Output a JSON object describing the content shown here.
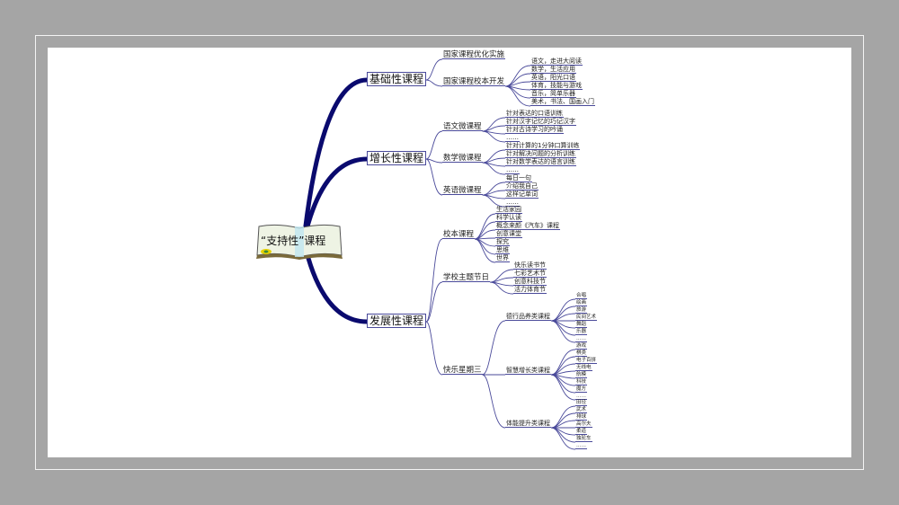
{
  "root": {
    "label": "“支持性”课程",
    "icon": "open-book-icon"
  },
  "colors": {
    "branch": "#0a0a6e",
    "link": "#4a4a9a",
    "background": "#a5a5a5"
  },
  "branches": [
    {
      "label": "基础性课程",
      "children": [
        {
          "label": "国家课程优化实施",
          "children": []
        },
        {
          "label": "国家课程校本开发",
          "children": [
            {
              "label": "语文，走进大阅读"
            },
            {
              "label": "数学，生活应用"
            },
            {
              "label": "英语，阳光口语"
            },
            {
              "label": "体育，技能与游戏"
            },
            {
              "label": "音乐，简单乐器"
            },
            {
              "label": "美术，书法、国画入门"
            }
          ]
        }
      ]
    },
    {
      "label": "增长性课程",
      "children": [
        {
          "label": "语文微课程",
          "children": [
            {
              "label": "针对表达的口语训练"
            },
            {
              "label": "针对汉字记忆的巧记汉字"
            },
            {
              "label": "针对古诗学习的吟诵"
            },
            {
              "label": "……"
            }
          ]
        },
        {
          "label": "数学微课程",
          "children": [
            {
              "label": "针对计算的1分钟口算训练"
            },
            {
              "label": "针对解决问题的分析训练"
            },
            {
              "label": "针对数学表达的语言训练"
            },
            {
              "label": "……"
            }
          ]
        },
        {
          "label": "英语微课程",
          "children": [
            {
              "label": "每日一句"
            },
            {
              "label": "介绍我自己"
            },
            {
              "label": "这样记单词"
            },
            {
              "label": "……"
            }
          ]
        }
      ]
    },
    {
      "label": "发展性课程",
      "children": [
        {
          "label": "校本课程",
          "children": [
            {
              "label": "生活家园"
            },
            {
              "label": "科学认读"
            },
            {
              "label": "概念来颜《汽车》课程"
            },
            {
              "label": "创意课堂"
            },
            {
              "label": "探究"
            },
            {
              "label": "思维"
            },
            {
              "label": "世界"
            }
          ]
        },
        {
          "label": "学校主题节日",
          "children": [
            {
              "label": "快乐读书节"
            },
            {
              "label": "七彩艺术节"
            },
            {
              "label": "创意科技节"
            },
            {
              "label": "活力体育节"
            }
          ]
        },
        {
          "label": "快乐星期三",
          "children": [
            {
              "label": "德行品养类课程",
              "children": [
                {
                  "label": "合唱"
                },
                {
                  "label": "绘画"
                },
                {
                  "label": "旅游"
                },
                {
                  "label": "民间艺术"
                },
                {
                  "label": "舞蹈"
                },
                {
                  "label": "乐器"
                },
                {
                  "label": "……"
                }
              ]
            },
            {
              "label": "智慧增长类课程",
              "children": [
                {
                  "label": "游戏"
                },
                {
                  "label": "棋类"
                },
                {
                  "label": "电子百拼"
                },
                {
                  "label": "无线电"
                },
                {
                  "label": "航模"
                },
                {
                  "label": "科技"
                },
                {
                  "label": "魔方"
                },
                {
                  "label": "……"
                }
              ]
            },
            {
              "label": "体能提升类课程",
              "children": [
                {
                  "label": "田径"
                },
                {
                  "label": "武术"
                },
                {
                  "label": "排球"
                },
                {
                  "label": "高尔夫"
                },
                {
                  "label": "柔道"
                },
                {
                  "label": "独轮车"
                },
                {
                  "label": "……"
                }
              ]
            }
          ]
        }
      ]
    }
  ]
}
